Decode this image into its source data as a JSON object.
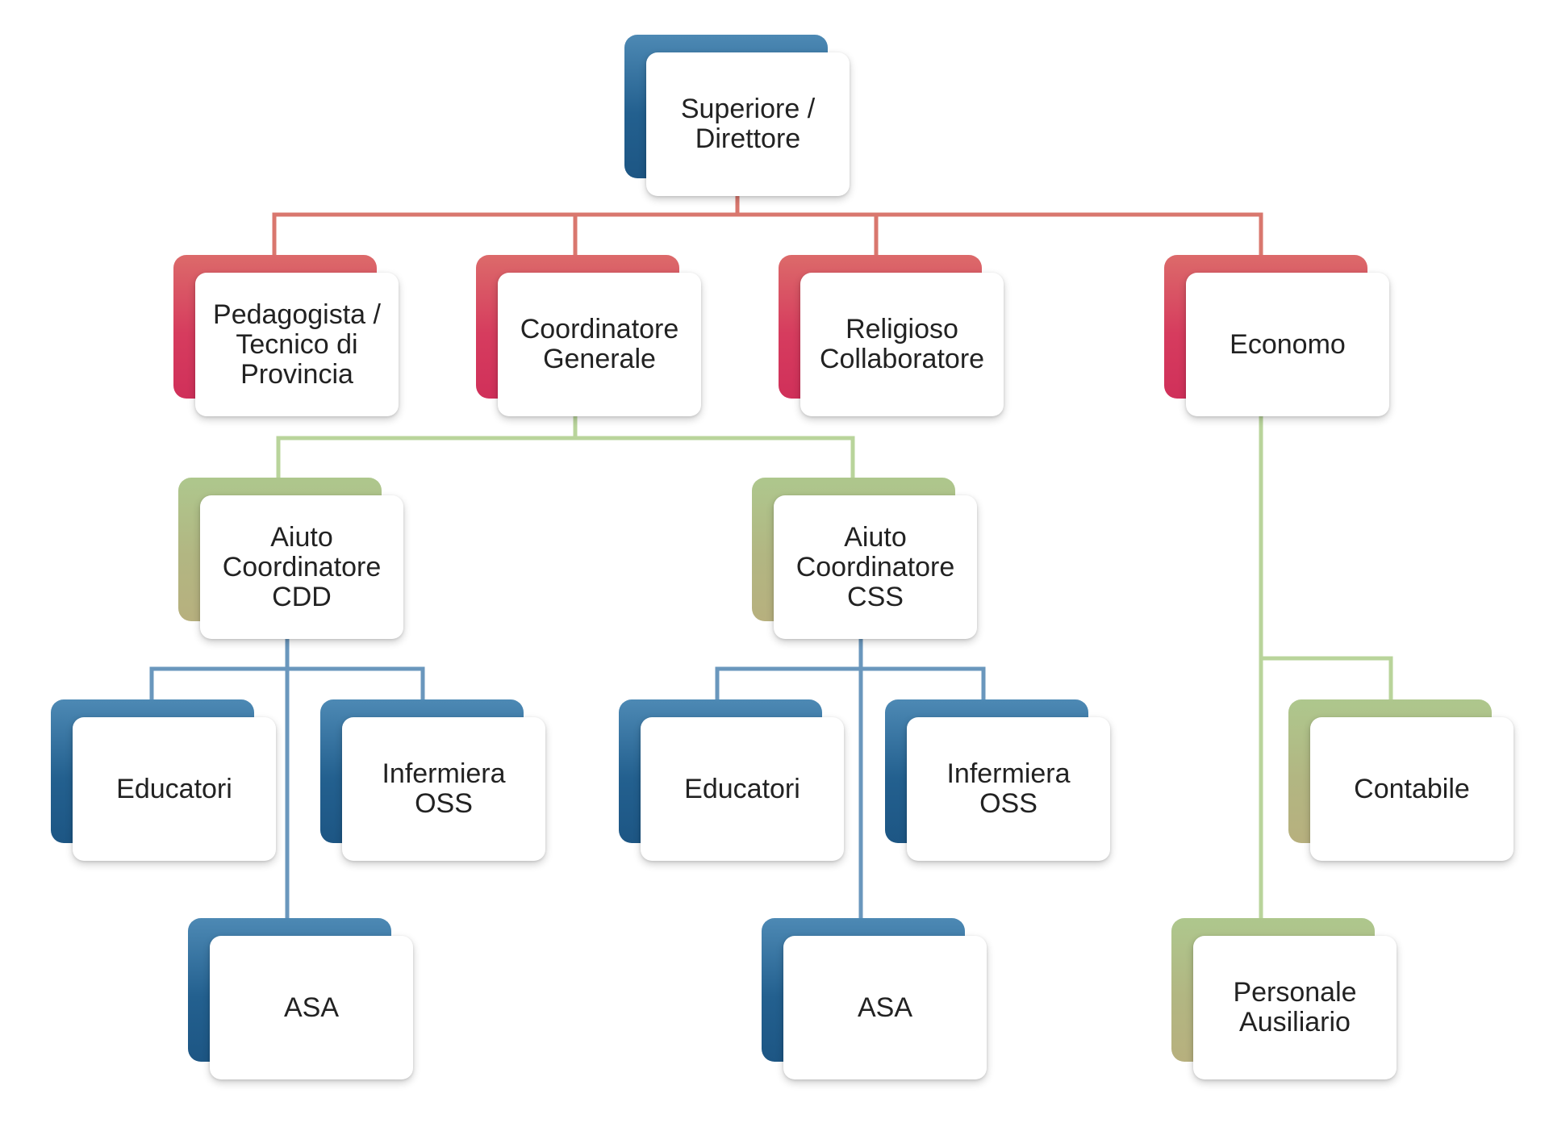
{
  "colors": {
    "blue": "#23608f",
    "red": "#d63c5e",
    "olive": "#b2b682",
    "line_red": "#d9776e",
    "line_green": "#b9d49b",
    "line_blue": "#6a97bd"
  },
  "nodes": {
    "superiore": "Superiore /\nDirettore",
    "pedagogista": "Pedagogista /\nTecnico di\nProvincia",
    "coordinatore": "Coordinatore\nGenerale",
    "religioso": "Religioso\nCollaboratore",
    "economo": "Economo",
    "aiuto_cdd": "Aiuto\nCoordinatore\nCDD",
    "aiuto_css": "Aiuto\nCoordinatore\nCSS",
    "educatori_1": "Educatori",
    "infermiera_1": "Infermiera\nOSS",
    "asa_1": "ASA",
    "educatori_2": "Educatori",
    "infermiera_2": "Infermiera\nOSS",
    "asa_2": "ASA",
    "contabile": "Contabile",
    "personale": "Personale\nAusiliario"
  }
}
